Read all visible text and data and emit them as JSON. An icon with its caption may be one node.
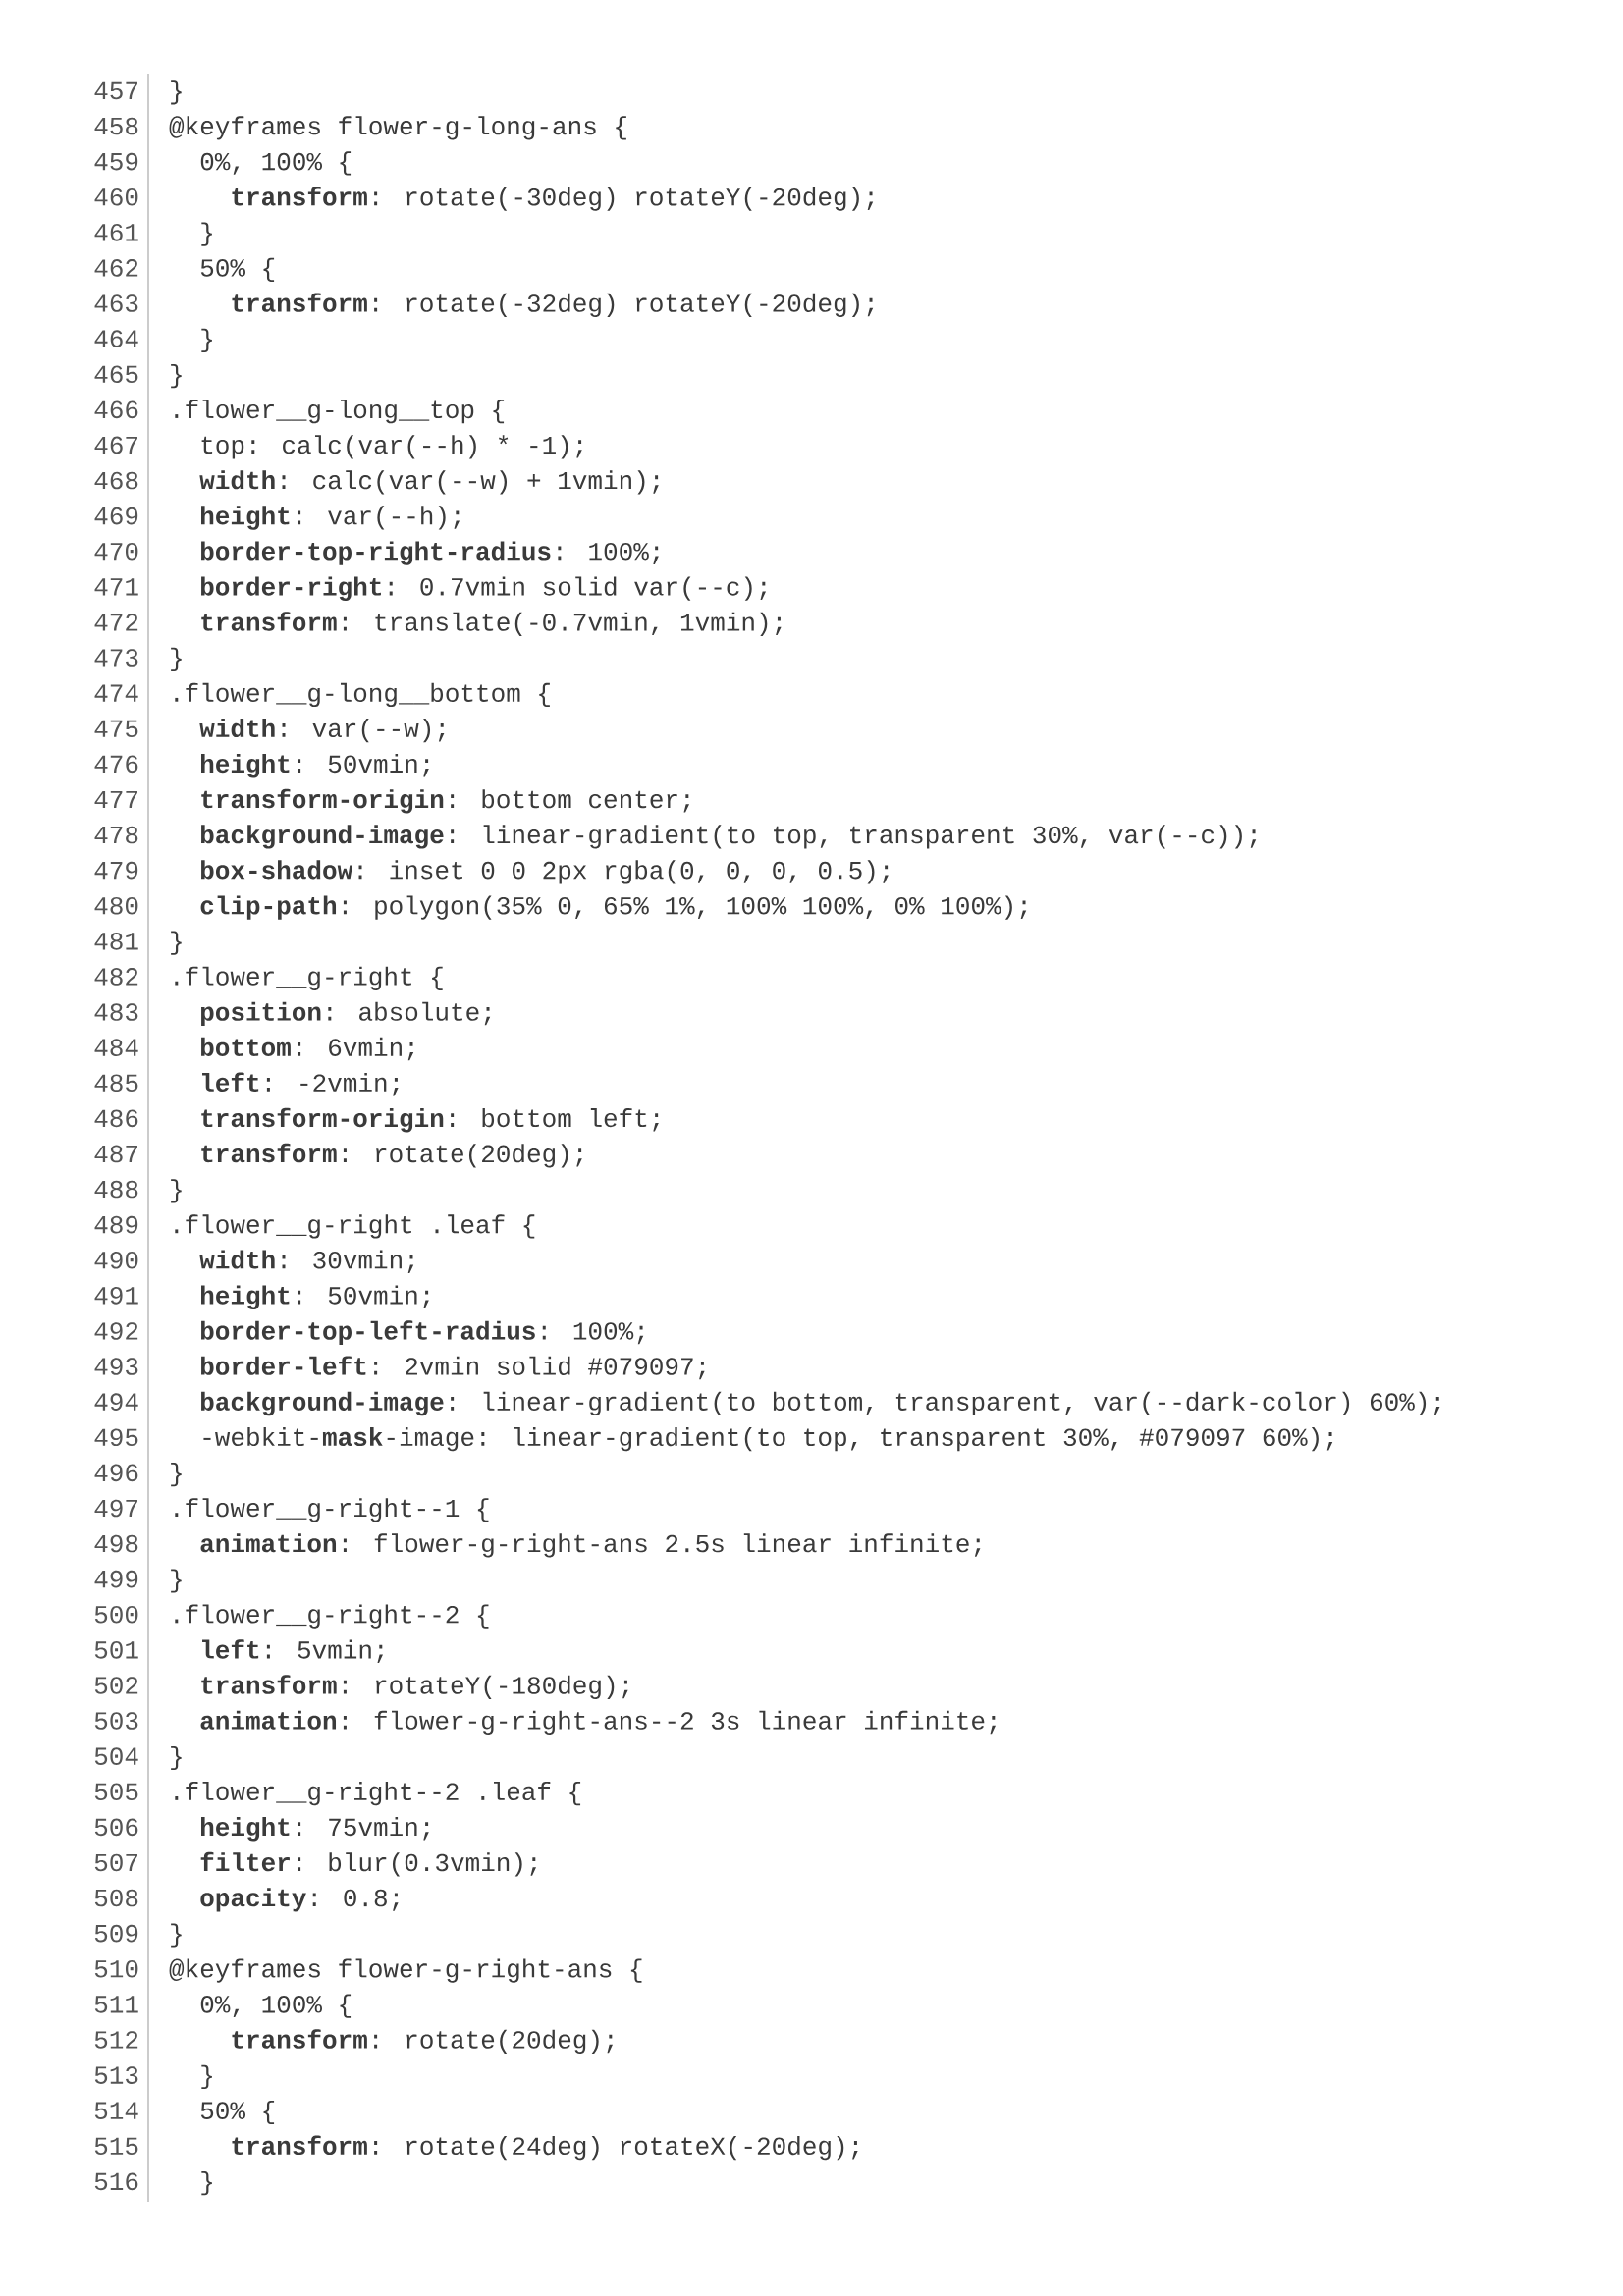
{
  "diagram": {
    "labels": [
      "457",
      "}",
      "458",
      "@keyframes flower-g-long-ans {",
      "459",
      "0%, 100% {",
      "460",
      "**transform**: rotate(-30deg) rotateY(-20deg);",
      "461",
      "}",
      "462",
      "50% {",
      "463",
      "**transform**: rotate(-32deg) rotateY(-20deg);",
      "464",
      "}",
      "465",
      "}",
      "466",
      ".flower__g-long__top {",
      "467",
      "top: calc(var(--h) * -1);",
      "468",
      "**width**: calc(var(--w) + 1vmin);",
      "469",
      "**height**: var(--h);",
      "470",
      "**border-top-right-radius**: 100%;",
      "471",
      "**border-right**: 0.7vmin solid var(--c);",
      "472",
      "**transform**: translate(-0.7vmin, 1vmin);",
      "473",
      "}",
      "474",
      ".flower__g-long__bottom {",
      "475",
      "**width**: var(--w);",
      "476",
      "**height**: 50vmin;",
      "477",
      "**transform-origin**: bottom center;",
      "478",
      "**background-image**: linear-gradient(to top, transparent 30%, var(--c));",
      "479",
      "**box-shadow**: inset 0 0 2px rgba(0, 0, 0, 0.5);",
      "480",
      "**clip-path**: polygon(35% 0, 65% 1%, 100% 100%, 0% 100%);",
      "481",
      "}",
      "482",
      ".flower__g-right {",
      "483",
      "**position**: absolute;",
      "484",
      "**bottom**: 6vmin;",
      "485",
      "**left**: -2vmin;",
      "486",
      "**transform-origin**: bottom left;",
      "487",
      "**transform**: rotate(20deg);",
      "488",
      "}",
      "489",
      ".flower__g-right .leaf {",
      "490",
      "**width**: 30vmin;",
      "491",
      "**height**: 50vmin;",
      "492",
      "**border-top-left-radius**: 100%;",
      "493",
      "**border-left**: 2vmin solid #079097;",
      "494",
      "**background-image**: linear-gradient(to bottom, transparent, var(--dark-color) 60%);",
      "495",
      "-webkit-**mask**-image: linear-gradient(to top, transparent 30%, #079097 60%);",
      "496",
      "}",
      "497",
      ".flower__g-right--1 {",
      "498",
      "**animation**: flower-g-right-ans 2.5s linear infinite;",
      "499",
      "}",
      "500",
      ".flower__g-right--2 {",
      "501",
      "**left**: 5vmin;",
      "502",
      "**transform**: rotateY(-180deg);",
      "503",
      "**animation**: flower-g-right-ans--2 3s linear infinite;",
      "504",
      "}",
      "505",
      ".flower__g-right--2 .leaf {",
      "506",
      "**height**: 75vmin;",
      "507",
      "**filter**: blur(0.3vmin);",
      "508",
      "**opacity**: 0.8;",
      "509",
      "}",
      "510",
      "@keyframes flower-g-right-ans {",
      "511",
      "0%, 100% {",
      "512",
      "**transform**: rotate(20deg);",
      "513",
      "}",
      "514",
      "50% {",
      "515",
      "**transform**: rotate(24deg) rotateX(-20deg);",
      "516",
      "}"
    ]
  }
}
